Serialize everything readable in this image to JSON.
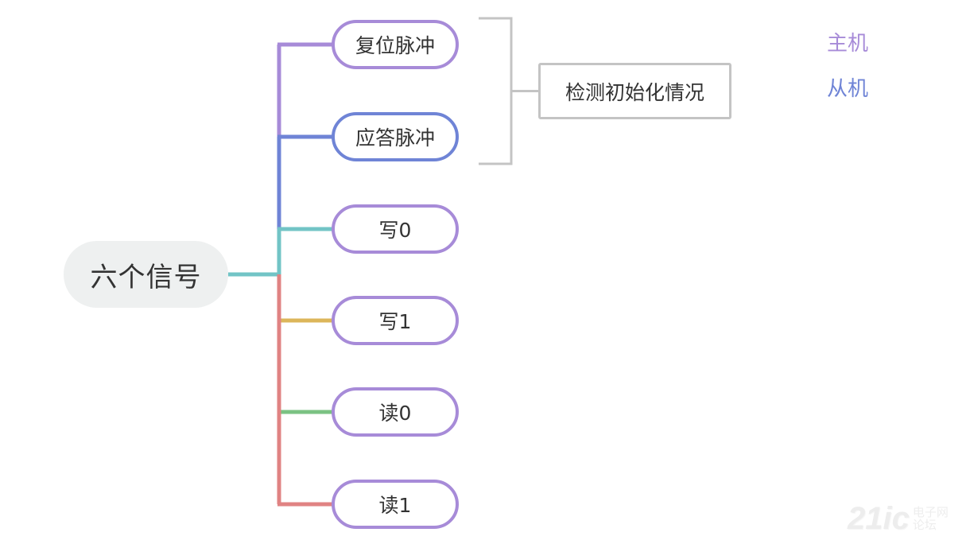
{
  "diagram": {
    "root": {
      "label": "六个信号"
    },
    "branches": [
      {
        "id": "reset",
        "label": "复位脉冲",
        "role": "master",
        "connector_color": "#a78bd8"
      },
      {
        "id": "ack",
        "label": "应答脉冲",
        "role": "slave",
        "connector_color": "#6f84d6"
      },
      {
        "id": "write0",
        "label": "写0",
        "role": "master",
        "connector_color": "#72c4c6"
      },
      {
        "id": "write1",
        "label": "写1",
        "role": "master",
        "connector_color": "#dcb65a"
      },
      {
        "id": "read0",
        "label": "读0",
        "role": "master",
        "connector_color": "#7bc283"
      },
      {
        "id": "read1",
        "label": "读1",
        "role": "master",
        "connector_color": "#e08383"
      }
    ],
    "summary": {
      "label": "检测初始化情况",
      "covers": [
        "reset",
        "ack"
      ]
    },
    "legend": [
      {
        "label": "主机",
        "color": "#a78bd8"
      },
      {
        "label": "从机",
        "color": "#6f84d6"
      }
    ],
    "colors": {
      "master_border": "#a78bd8",
      "slave_border": "#6f84d6",
      "root_trunk": "#72c4c6",
      "bracket": "#c4c4c4",
      "root_fill": "#eef0f0"
    }
  },
  "watermark": {
    "mark": "21ic",
    "line1": "电子网",
    "line2": "论坛"
  }
}
